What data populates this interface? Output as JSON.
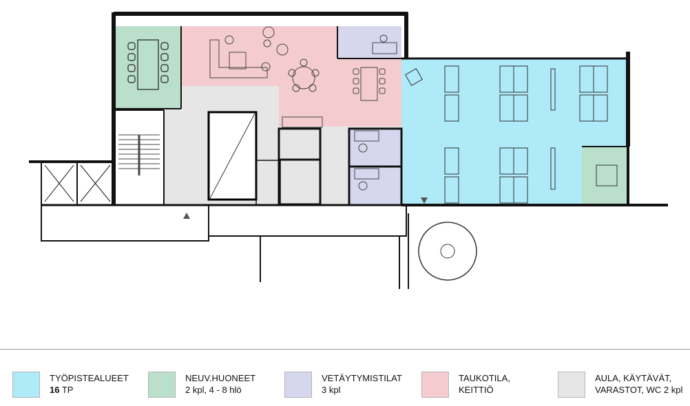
{
  "legend": [
    {
      "line1": "TYÖPISTEALUEET",
      "line2_bold": "16",
      "line2": " TP",
      "color": "#aeeaf8"
    },
    {
      "line1": "NEUV.HUONEET",
      "line2_bold": "",
      "line2": "2 kpl, 4 - 8 hlö",
      "color": "#badfca"
    },
    {
      "line1": "VETÄYTYMISTILAT",
      "line2_bold": "",
      "line2": "3 kpl",
      "color": "#d6d6ee"
    },
    {
      "line1": "TAUKOTILA,",
      "line2_bold": "",
      "line2": "KEITTIÖ",
      "color": "#f4cccf"
    },
    {
      "line1": "AULA, KÄYTÄVÄT,",
      "line2_bold": "",
      "line2": "VARASTOT, WC 2 kpl",
      "color": "#e6e6e6"
    }
  ]
}
